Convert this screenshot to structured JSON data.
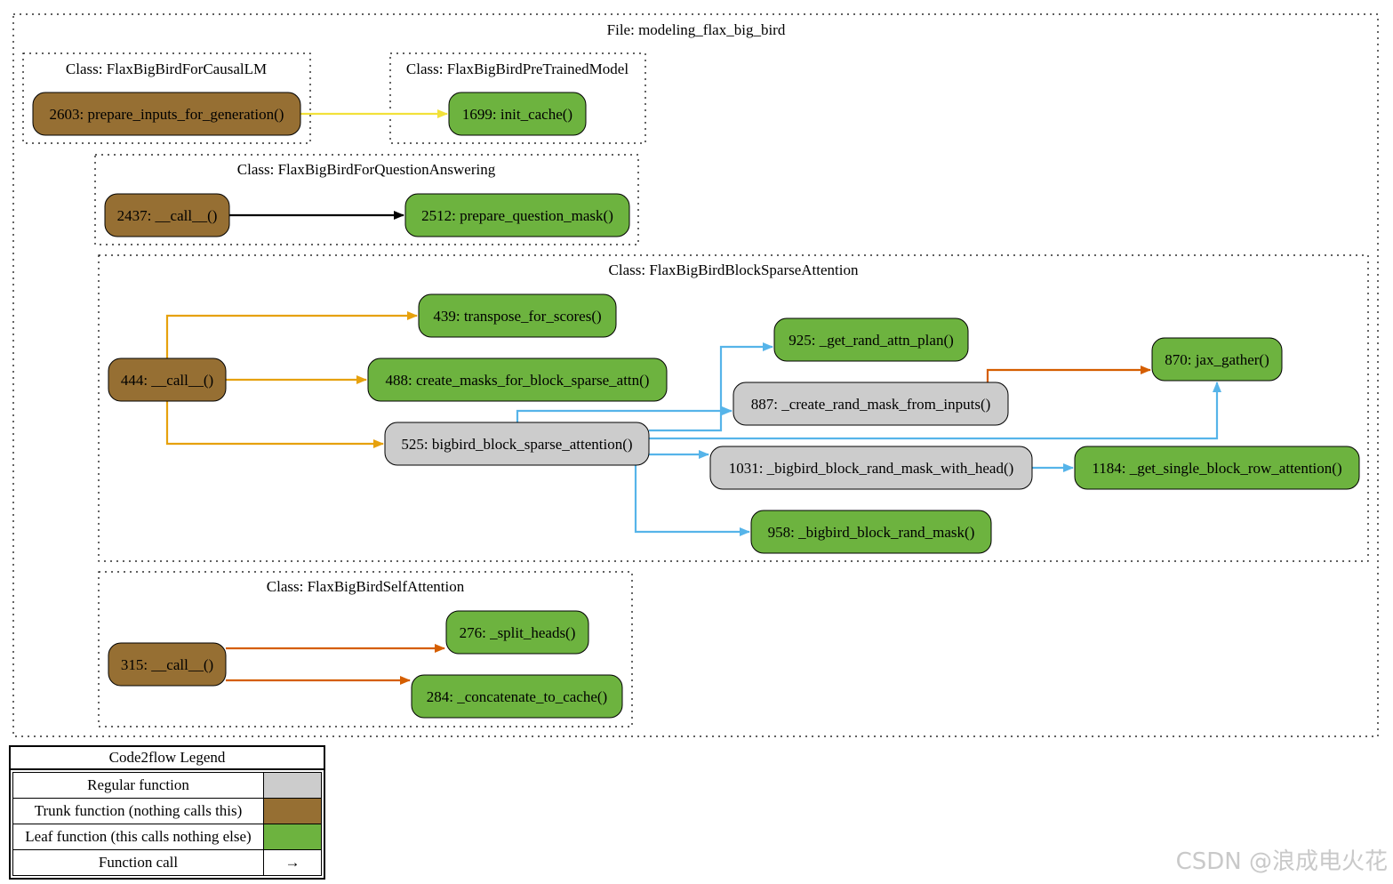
{
  "file_label": "File: modeling_flax_big_bird",
  "colors": {
    "regular": "#cccccc",
    "trunk": "#966f33",
    "leaf": "#6db33f",
    "edge_yellow": "#f2e13a",
    "edge_black": "#000000",
    "edge_gold": "#e6a10d",
    "edge_blue": "#56b4e9",
    "edge_orange": "#d55e00"
  },
  "clusters": [
    {
      "id": "causal",
      "label": "Class: FlaxBigBirdForCausalLM"
    },
    {
      "id": "pretrained",
      "label": "Class: FlaxBigBirdPreTrainedModel"
    },
    {
      "id": "qa",
      "label": "Class: FlaxBigBirdForQuestionAnswering"
    },
    {
      "id": "sparse",
      "label": "Class: FlaxBigBirdBlockSparseAttention"
    },
    {
      "id": "selfattn",
      "label": "Class: FlaxBigBirdSelfAttention"
    }
  ],
  "nodes": [
    {
      "id": "n2603",
      "label": "2603: prepare_inputs_for_generation()",
      "kind": "trunk"
    },
    {
      "id": "n1699",
      "label": "1699: init_cache()",
      "kind": "leaf"
    },
    {
      "id": "n2437",
      "label": "2437: __call__()",
      "kind": "trunk"
    },
    {
      "id": "n2512",
      "label": "2512: prepare_question_mask()",
      "kind": "leaf"
    },
    {
      "id": "n439",
      "label": "439: transpose_for_scores()",
      "kind": "leaf"
    },
    {
      "id": "n444",
      "label": "444: __call__()",
      "kind": "trunk"
    },
    {
      "id": "n488",
      "label": "488: create_masks_for_block_sparse_attn()",
      "kind": "leaf"
    },
    {
      "id": "n525",
      "label": "525: bigbird_block_sparse_attention()",
      "kind": "regular"
    },
    {
      "id": "n925",
      "label": "925: _get_rand_attn_plan()",
      "kind": "leaf"
    },
    {
      "id": "n887",
      "label": "887: _create_rand_mask_from_inputs()",
      "kind": "regular"
    },
    {
      "id": "n870",
      "label": "870: jax_gather()",
      "kind": "leaf"
    },
    {
      "id": "n1031",
      "label": "1031: _bigbird_block_rand_mask_with_head()",
      "kind": "regular"
    },
    {
      "id": "n1184",
      "label": "1184: _get_single_block_row_attention()",
      "kind": "leaf"
    },
    {
      "id": "n958",
      "label": "958: _bigbird_block_rand_mask()",
      "kind": "leaf"
    },
    {
      "id": "n315",
      "label": "315: __call__()",
      "kind": "trunk"
    },
    {
      "id": "n276",
      "label": "276: _split_heads()",
      "kind": "leaf"
    },
    {
      "id": "n284",
      "label": "284: _concatenate_to_cache()",
      "kind": "leaf"
    }
  ],
  "edges": [
    {
      "from": "n2603",
      "to": "n1699",
      "color": "edge_yellow"
    },
    {
      "from": "n2437",
      "to": "n2512",
      "color": "edge_black"
    },
    {
      "from": "n444",
      "to": "n439",
      "color": "edge_gold"
    },
    {
      "from": "n444",
      "to": "n488",
      "color": "edge_gold"
    },
    {
      "from": "n444",
      "to": "n525",
      "color": "edge_gold"
    },
    {
      "from": "n525",
      "to": "n925",
      "color": "edge_blue"
    },
    {
      "from": "n525",
      "to": "n887",
      "color": "edge_blue"
    },
    {
      "from": "n525",
      "to": "n870",
      "color": "edge_blue"
    },
    {
      "from": "n525",
      "to": "n1031",
      "color": "edge_blue"
    },
    {
      "from": "n525",
      "to": "n958",
      "color": "edge_blue"
    },
    {
      "from": "n887",
      "to": "n870",
      "color": "edge_orange"
    },
    {
      "from": "n1031",
      "to": "n1184",
      "color": "edge_blue"
    },
    {
      "from": "n315",
      "to": "n276",
      "color": "edge_orange"
    },
    {
      "from": "n315",
      "to": "n284",
      "color": "edge_orange"
    }
  ],
  "legend": {
    "title": "Code2flow Legend",
    "rows": [
      {
        "label": "Regular function",
        "swatch": "regular"
      },
      {
        "label": "Trunk function (nothing calls this)",
        "swatch": "trunk"
      },
      {
        "label": "Leaf function (this calls nothing else)",
        "swatch": "leaf"
      },
      {
        "label": "Function call",
        "symbol": "→"
      }
    ]
  },
  "watermark": "CSDN @浪成电火花"
}
